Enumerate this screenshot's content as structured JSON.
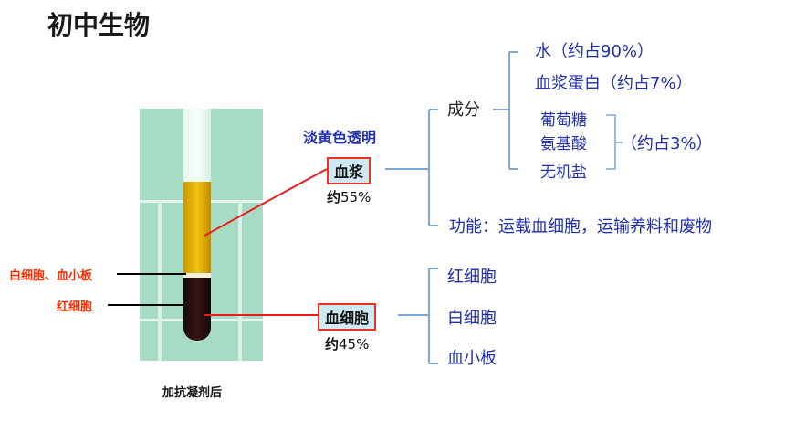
{
  "title": "初中生物",
  "left_labels": {
    "wbc_platelet": "白细胞、血小板",
    "rbc": "红细胞"
  },
  "caption": "加抗凝剂后",
  "plasma": {
    "heading": "淡黄色透明",
    "name": "血浆",
    "pct_prefix": "约",
    "pct_value": "55%",
    "composition_label": "成分",
    "water": "水（约占90%）",
    "protein": "血浆蛋白（约占7%）",
    "small_items": [
      "葡萄糖",
      "氨基酸",
      "无机盐"
    ],
    "small_share": "（约占3%）",
    "function": "功能：运载血细胞，运输养料和废物"
  },
  "cells": {
    "name": "血细胞",
    "pct_prefix": "约",
    "pct_value": "45%",
    "types": [
      "红细胞",
      "白细胞",
      "血小板"
    ]
  },
  "colors": {
    "label_red": "#ff2b00",
    "text_blue": "#1f2fb0",
    "box_border": "#e53527",
    "bracket": "#7da7d8"
  }
}
